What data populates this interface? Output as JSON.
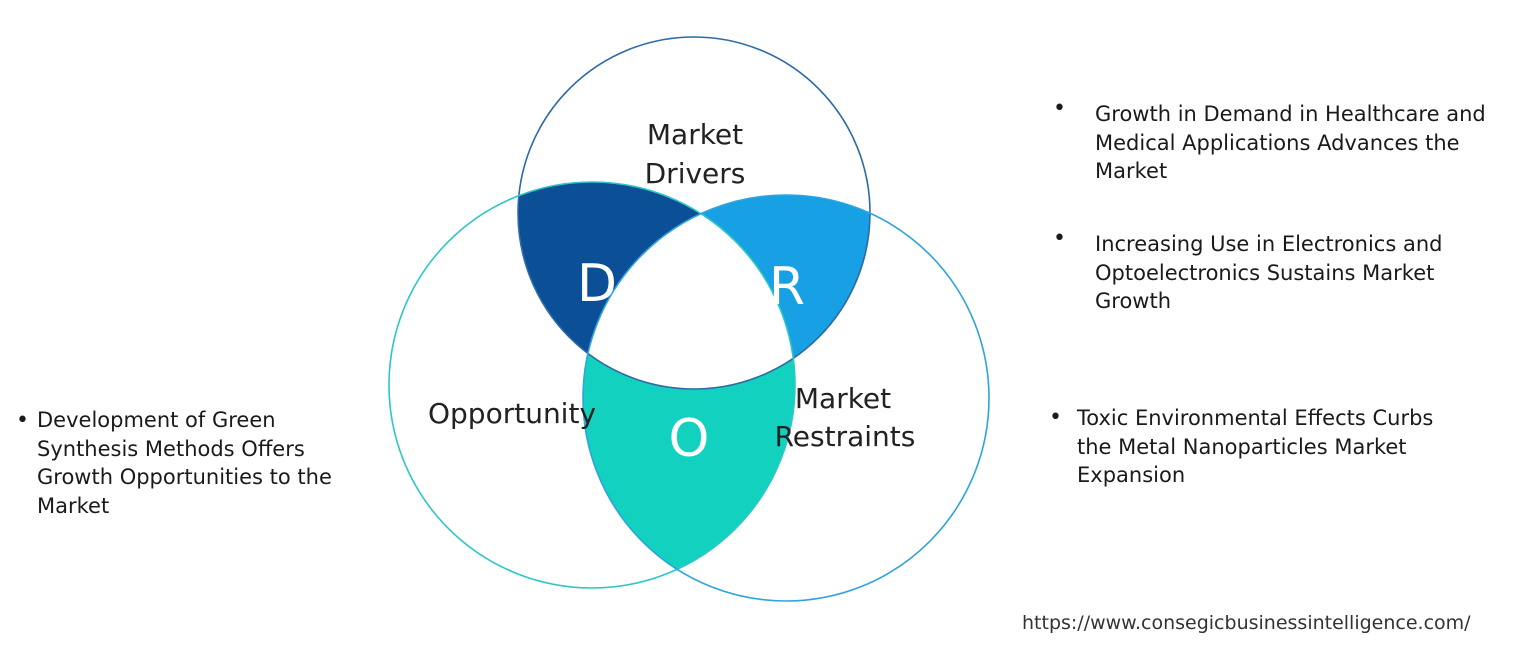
{
  "circles": {
    "drivers": {
      "label_lines": [
        "Market",
        "Drivers"
      ],
      "letter": "D",
      "stroke": "#2d6aa6",
      "fill": "#0b4f97"
    },
    "restraints": {
      "label_lines": [
        "Market",
        "Restraints"
      ],
      "letter": "R",
      "stroke": "#2ea3e0",
      "fill": "#17a0e4"
    },
    "opportunity": {
      "label_lines": [
        "Opportunity"
      ],
      "letter": "O",
      "stroke": "#2fc6c6",
      "fill": "#12d1bf"
    }
  },
  "drivers_points": [
    "Growth in Demand in Healthcare and Medical Applications Advances the Market",
    "Increasing Use in Electronics and Optoelectronics Sustains Market Growth"
  ],
  "restraints_points": [
    "Toxic Environmental Effects Curbs the Metal Nanoparticles Market Expansion"
  ],
  "opportunity_points": [
    "Development of Green Synthesis Methods Offers Growth Opportunities to the Market"
  ],
  "bullet_char": "•",
  "source_url": "https://www.consegicbusinessintelligence.com/"
}
